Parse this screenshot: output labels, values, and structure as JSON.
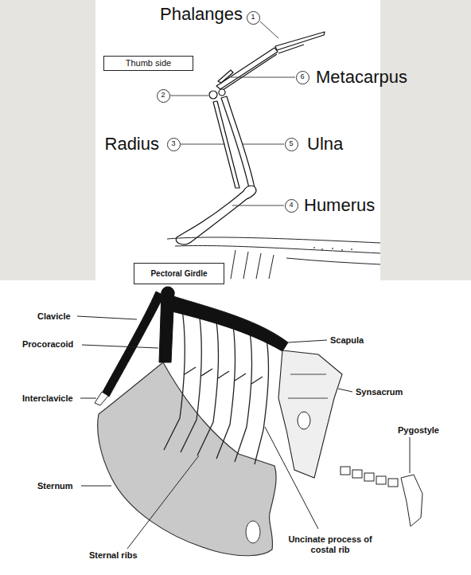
{
  "diagram": {
    "nodes": [
      {
        "text": [
          "1"
        ]
      },
      {
        "text": [
          "Thumb side"
        ]
      },
      {
        "text": [
          "6"
        ]
      },
      {
        "text": [
          "2"
        ]
      },
      {
        "text": [
          "3"
        ]
      },
      {
        "text": [
          "5"
        ]
      },
      {
        "text": [
          "4"
        ]
      },
      {
        "text": [
          "Pectoral Girdle"
        ]
      }
    ],
    "labels": [
      "Phalanges",
      "Metacarpus",
      "Radius",
      "Ulna",
      "Humerus",
      "Clavicle",
      "Procoracoid",
      "Scapula",
      "Interclavicle",
      "Synsacrum",
      "Pygostyle",
      "Sternum",
      "Sternal ribs",
      "Uncinate process of costal rib"
    ]
  }
}
